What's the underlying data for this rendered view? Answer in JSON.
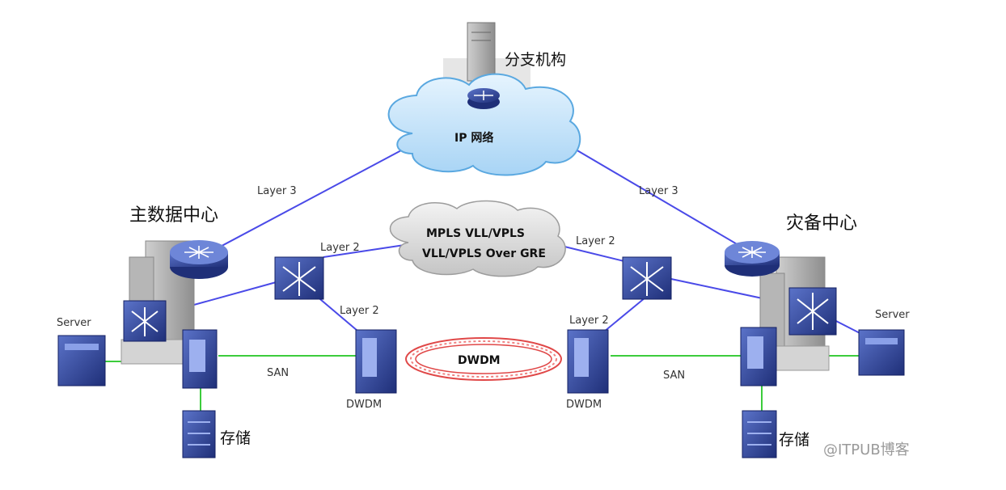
{
  "nodes": {
    "branch": "分支机构",
    "ip_network": "IP 网络",
    "main_dc": "主数据中心",
    "dr_center": "灾备中心",
    "mpls_line1": "MPLS VLL/VPLS",
    "mpls_line2": "VLL/VPLS Over GRE",
    "dwdm_ring": "DWDM",
    "server_left": "Server",
    "server_right": "Server",
    "storage_left": "存储",
    "storage_right": "存储",
    "dwdm_left": "DWDM",
    "dwdm_right": "DWDM"
  },
  "links": {
    "layer3_left": "Layer 3",
    "layer3_right": "Layer 3",
    "layer2_left_top": "Layer 2",
    "layer2_right_top": "Layer 2",
    "layer2_left_down": "Layer 2",
    "layer2_right_down": "Layer 2",
    "san_left": "SAN",
    "san_right": "SAN"
  },
  "watermark": "@ITPUB博客",
  "colors": {
    "wan_link": "#4a4ae8",
    "san_link": "#3ccc3c",
    "ip_cloud": "#bfe2fa",
    "mpls_cloud": "#dcdcdc",
    "dwdm_ring": "#e04848",
    "device": "#2a3f8f"
  }
}
